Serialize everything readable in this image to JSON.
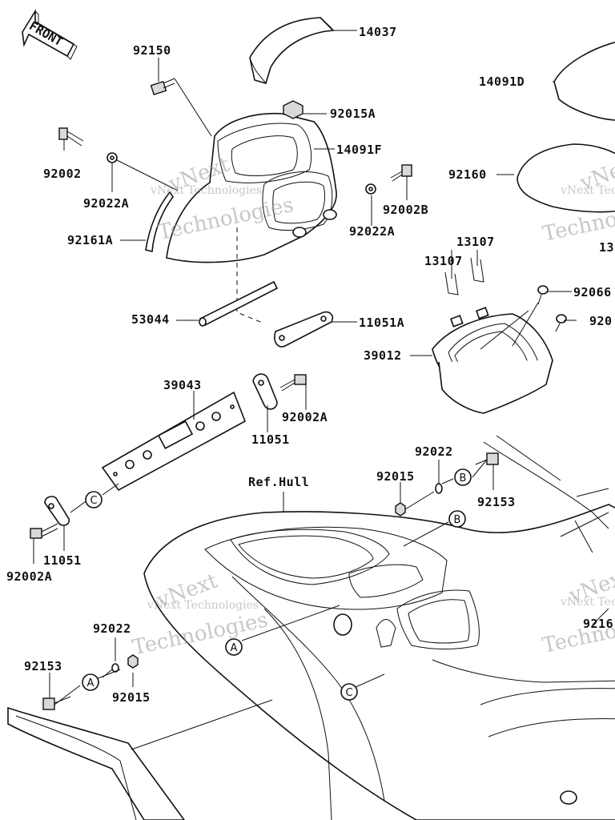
{
  "front_arrow": {
    "label": "FRONT"
  },
  "reference": {
    "hull": "Ref.Hull"
  },
  "watermark": {
    "line1": "vNext Technologies",
    "line2": "vNext",
    "line3": "Technologies"
  },
  "callouts": [
    "A",
    "B",
    "C"
  ],
  "parts": [
    {
      "id": "14037"
    },
    {
      "id": "14091D"
    },
    {
      "id": "92150"
    },
    {
      "id": "92015A"
    },
    {
      "id": "14091F"
    },
    {
      "id": "92002"
    },
    {
      "id": "92160"
    },
    {
      "id": "92022A"
    },
    {
      "id": "92002B"
    },
    {
      "id": "92161A"
    },
    {
      "id": "13107"
    },
    {
      "id": "13107"
    },
    {
      "id": "13"
    },
    {
      "id": "92066"
    },
    {
      "id": "53044"
    },
    {
      "id": "11051A"
    },
    {
      "id": "920"
    },
    {
      "id": "39012"
    },
    {
      "id": "39043"
    },
    {
      "id": "92002A"
    },
    {
      "id": "11051"
    },
    {
      "id": "92022"
    },
    {
      "id": "92015"
    },
    {
      "id": "92153"
    },
    {
      "id": "11051"
    },
    {
      "id": "92002A"
    },
    {
      "id": "92022"
    },
    {
      "id": "92153"
    },
    {
      "id": "92015"
    },
    {
      "id": "9216"
    },
    {
      "id": "92022A"
    }
  ]
}
